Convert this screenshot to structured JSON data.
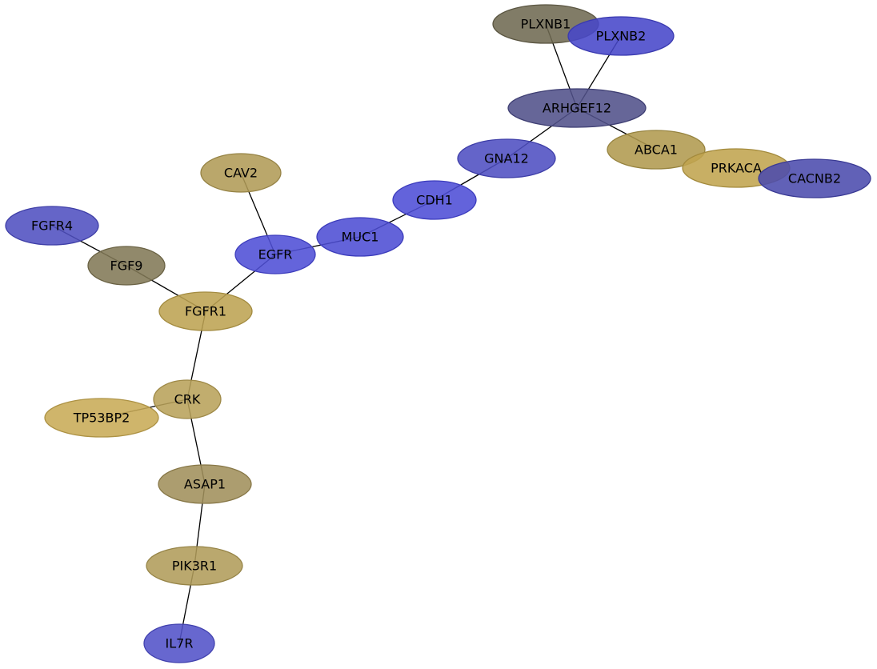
{
  "nodes": [
    {
      "id": "PLXNB1",
      "label": "PLXNB1",
      "fill": "#6f6a52",
      "stroke": "#5a5541"
    },
    {
      "id": "PLXNB2",
      "label": "PLXNB2",
      "fill": "#4747c9",
      "stroke": "#3a3ab0"
    },
    {
      "id": "ARHGEF12",
      "label": "ARHGEF12",
      "fill": "#51518a",
      "stroke": "#3f3f73"
    },
    {
      "id": "ABCA1",
      "label": "ABCA1",
      "fill": "#b09a4f",
      "stroke": "#96833f"
    },
    {
      "id": "PRKACA",
      "label": "PRKACA",
      "fill": "#c0a44e",
      "stroke": "#a38a3c"
    },
    {
      "id": "CACNB2",
      "label": "CACNB2",
      "fill": "#4b4bad",
      "stroke": "#3a3a94"
    },
    {
      "id": "GNA12",
      "label": "GNA12",
      "fill": "#4f4fc2",
      "stroke": "#3e3ea8"
    },
    {
      "id": "CDH1",
      "label": "CDH1",
      "fill": "#4d4dd6",
      "stroke": "#3c3cbd"
    },
    {
      "id": "MUC1",
      "label": "MUC1",
      "fill": "#4d4dd4",
      "stroke": "#3c3cbb"
    },
    {
      "id": "EGFR",
      "label": "EGFR",
      "fill": "#4f4fd6",
      "stroke": "#3e3ebd"
    },
    {
      "id": "CAV2",
      "label": "CAV2",
      "fill": "#b09b57",
      "stroke": "#968345"
    },
    {
      "id": "FGFR4",
      "label": "FGFR4",
      "fill": "#5050c0",
      "stroke": "#3f3fa7"
    },
    {
      "id": "FGF9",
      "label": "FGF9",
      "fill": "#827957",
      "stroke": "#6a6244"
    },
    {
      "id": "FGFR1",
      "label": "FGFR1",
      "fill": "#bda352",
      "stroke": "#a38b40"
    },
    {
      "id": "CRK",
      "label": "CRK",
      "fill": "#b8a25a",
      "stroke": "#9e8947"
    },
    {
      "id": "TP53BP2",
      "label": "TP53BP2",
      "fill": "#c8ab57",
      "stroke": "#ad9244"
    },
    {
      "id": "ASAP1",
      "label": "ASAP1",
      "fill": "#a08f5b",
      "stroke": "#877747"
    },
    {
      "id": "PIK3R1",
      "label": "PIK3R1",
      "fill": "#b09c5a",
      "stroke": "#968447"
    },
    {
      "id": "IL7R",
      "label": "IL7R",
      "fill": "#5252c8",
      "stroke": "#4141ae"
    }
  ],
  "edges": [
    {
      "source": "PLXNB1",
      "target": "ARHGEF12"
    },
    {
      "source": "PLXNB2",
      "target": "ARHGEF12"
    },
    {
      "source": "ARHGEF12",
      "target": "GNA12"
    },
    {
      "source": "ARHGEF12",
      "target": "ABCA1"
    },
    {
      "source": "GNA12",
      "target": "CDH1"
    },
    {
      "source": "CDH1",
      "target": "MUC1"
    },
    {
      "source": "MUC1",
      "target": "EGFR"
    },
    {
      "source": "EGFR",
      "target": "CAV2"
    },
    {
      "source": "EGFR",
      "target": "FGFR1"
    },
    {
      "source": "FGFR4",
      "target": "FGF9"
    },
    {
      "source": "FGF9",
      "target": "FGFR1"
    },
    {
      "source": "FGFR1",
      "target": "CRK"
    },
    {
      "source": "CRK",
      "target": "TP53BP2"
    },
    {
      "source": "CRK",
      "target": "ASAP1"
    },
    {
      "source": "ASAP1",
      "target": "PIK3R1"
    },
    {
      "source": "PIK3R1",
      "target": "IL7R"
    }
  ]
}
